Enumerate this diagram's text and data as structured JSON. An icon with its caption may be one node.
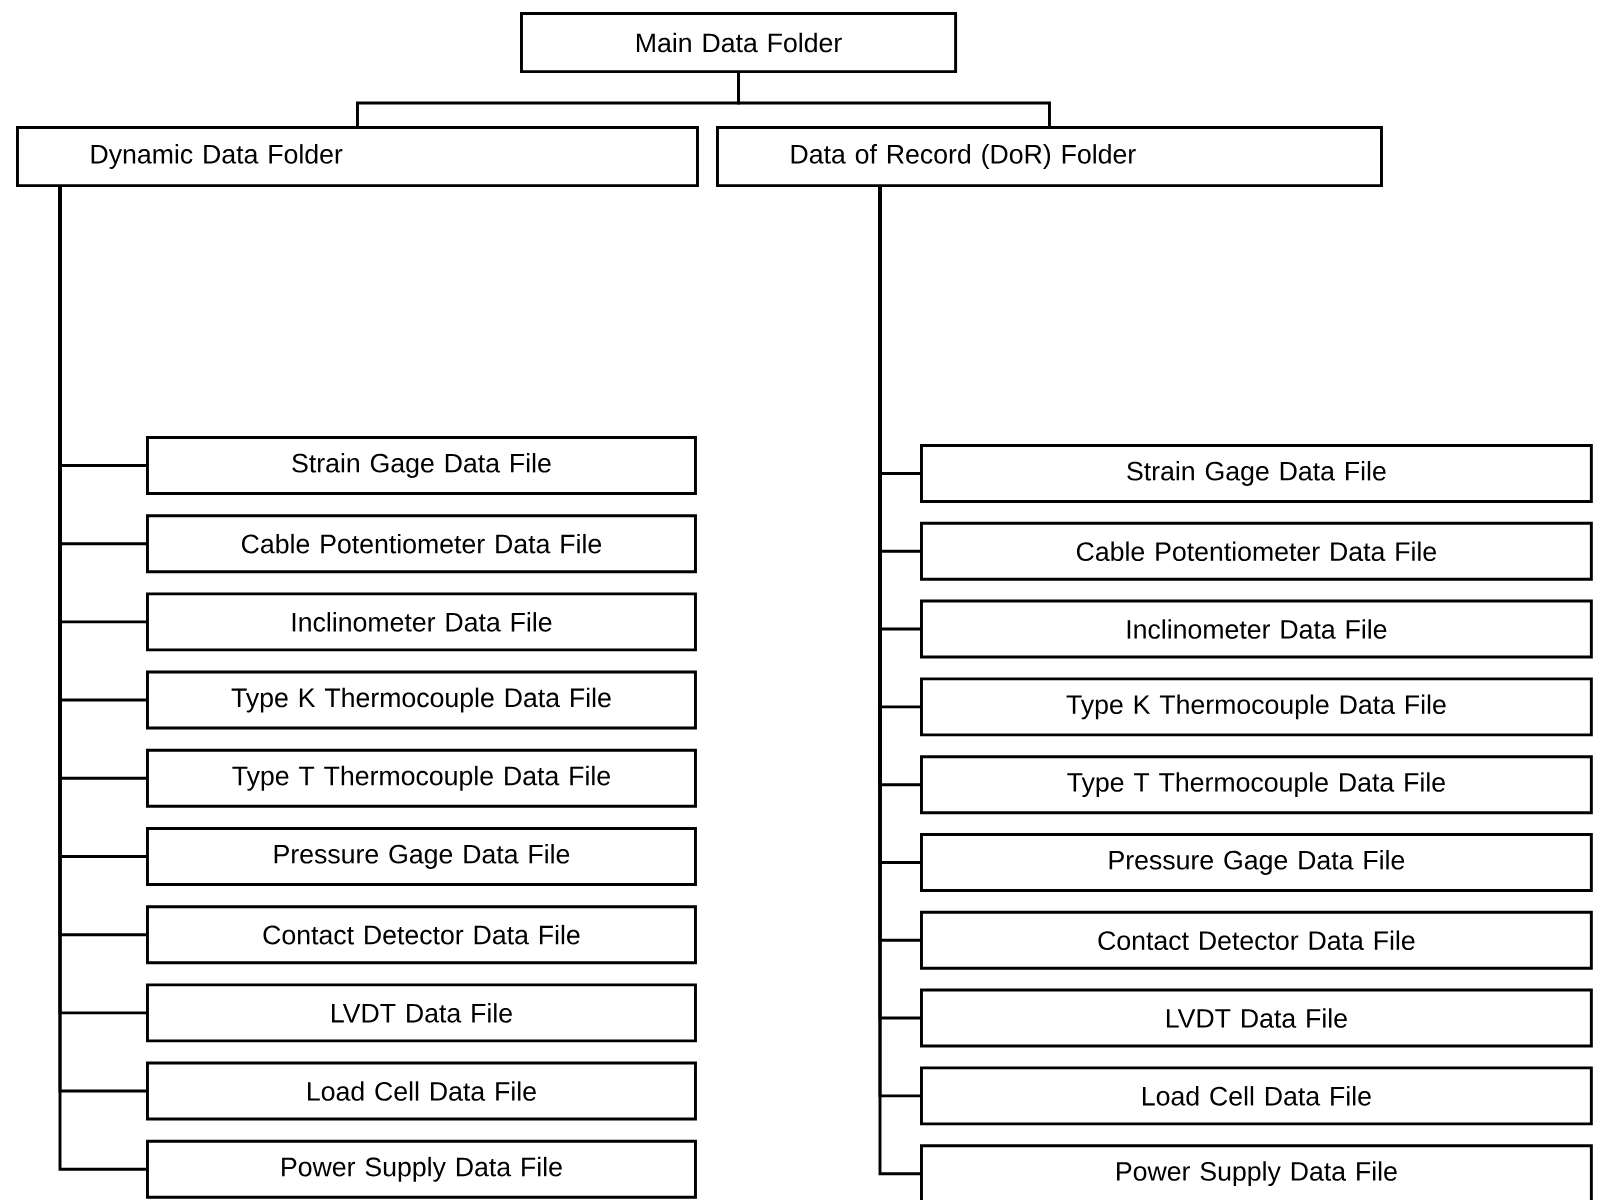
{
  "diagram": {
    "nodes": [
      {
        "text": [
          "Main Data Folder"
        ]
      },
      {
        "text": [
          "Dynamic Data Folder"
        ]
      },
      {
        "text": [
          "Data of Record (DoR) Folder"
        ]
      },
      {
        "text": [
          "Strain Gage Data File"
        ]
      },
      {
        "text": [
          "Cable Potentiometer Data File"
        ]
      },
      {
        "text": [
          "Inclinometer Data File"
        ]
      },
      {
        "text": [
          "Type K Thermocouple Data File"
        ]
      },
      {
        "text": [
          "Type T Thermocouple Data File"
        ]
      },
      {
        "text": [
          "Pressure Gage Data File"
        ]
      },
      {
        "text": [
          "Contact Detector Data File"
        ]
      },
      {
        "text": [
          "LVDT Data File"
        ]
      },
      {
        "text": [
          "Load Cell Data File"
        ]
      },
      {
        "text": [
          "Power Supply Data File"
        ]
      },
      {
        "text": [
          "Strain Gage Data File"
        ]
      },
      {
        "text": [
          "Cable Potentiometer Data File"
        ]
      },
      {
        "text": [
          "Inclinometer Data File"
        ]
      },
      {
        "text": [
          "Type K Thermocouple Data File"
        ]
      },
      {
        "text": [
          "Type T Thermocouple Data File"
        ]
      },
      {
        "text": [
          "Pressure Gage Data File"
        ]
      },
      {
        "text": [
          "Contact Detector Data File"
        ]
      },
      {
        "text": [
          "LVDT Data File"
        ]
      },
      {
        "text": [
          "Load Cell Data File"
        ]
      },
      {
        "text": [
          "Power Supply Data File"
        ]
      }
    ],
    "edges": [
      {
        "from": 0,
        "to": 1,
        "arrow": "none"
      },
      {
        "from": 0,
        "to": 2,
        "arrow": "none"
      },
      {
        "from": 1,
        "to": 3,
        "arrow": "none"
      },
      {
        "from": 1,
        "to": 4,
        "arrow": "none"
      },
      {
        "from": 1,
        "to": 5,
        "arrow": "none"
      },
      {
        "from": 1,
        "to": 6,
        "arrow": "none"
      },
      {
        "from": 1,
        "to": 7,
        "arrow": "none"
      },
      {
        "from": 1,
        "to": 8,
        "arrow": "none"
      },
      {
        "from": 1,
        "to": 9,
        "arrow": "none"
      },
      {
        "from": 1,
        "to": 10,
        "arrow": "none"
      },
      {
        "from": 1,
        "to": 11,
        "arrow": "none"
      },
      {
        "from": 1,
        "to": 12,
        "arrow": "none"
      },
      {
        "from": 2,
        "to": 13,
        "arrow": "none"
      },
      {
        "from": 2,
        "to": 14,
        "arrow": "none"
      },
      {
        "from": 2,
        "to": 15,
        "arrow": "none"
      },
      {
        "from": 2,
        "to": 16,
        "arrow": "none"
      },
      {
        "from": 2,
        "to": 17,
        "arrow": "none"
      },
      {
        "from": 2,
        "to": 18,
        "arrow": "none"
      },
      {
        "from": 2,
        "to": 19,
        "arrow": "none"
      },
      {
        "from": 2,
        "to": 20,
        "arrow": "none"
      },
      {
        "from": 2,
        "to": 21,
        "arrow": "none"
      },
      {
        "from": 2,
        "to": 22,
        "arrow": "none"
      }
    ]
  }
}
